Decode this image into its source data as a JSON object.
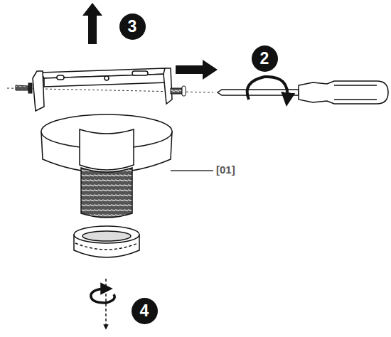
{
  "diagram": {
    "nodes": [
      {
        "text": [
          "3"
        ]
      },
      {
        "text": [
          "2"
        ]
      },
      {
        "text": [
          "4"
        ]
      }
    ],
    "labels": [
      "[01]"
    ]
  }
}
